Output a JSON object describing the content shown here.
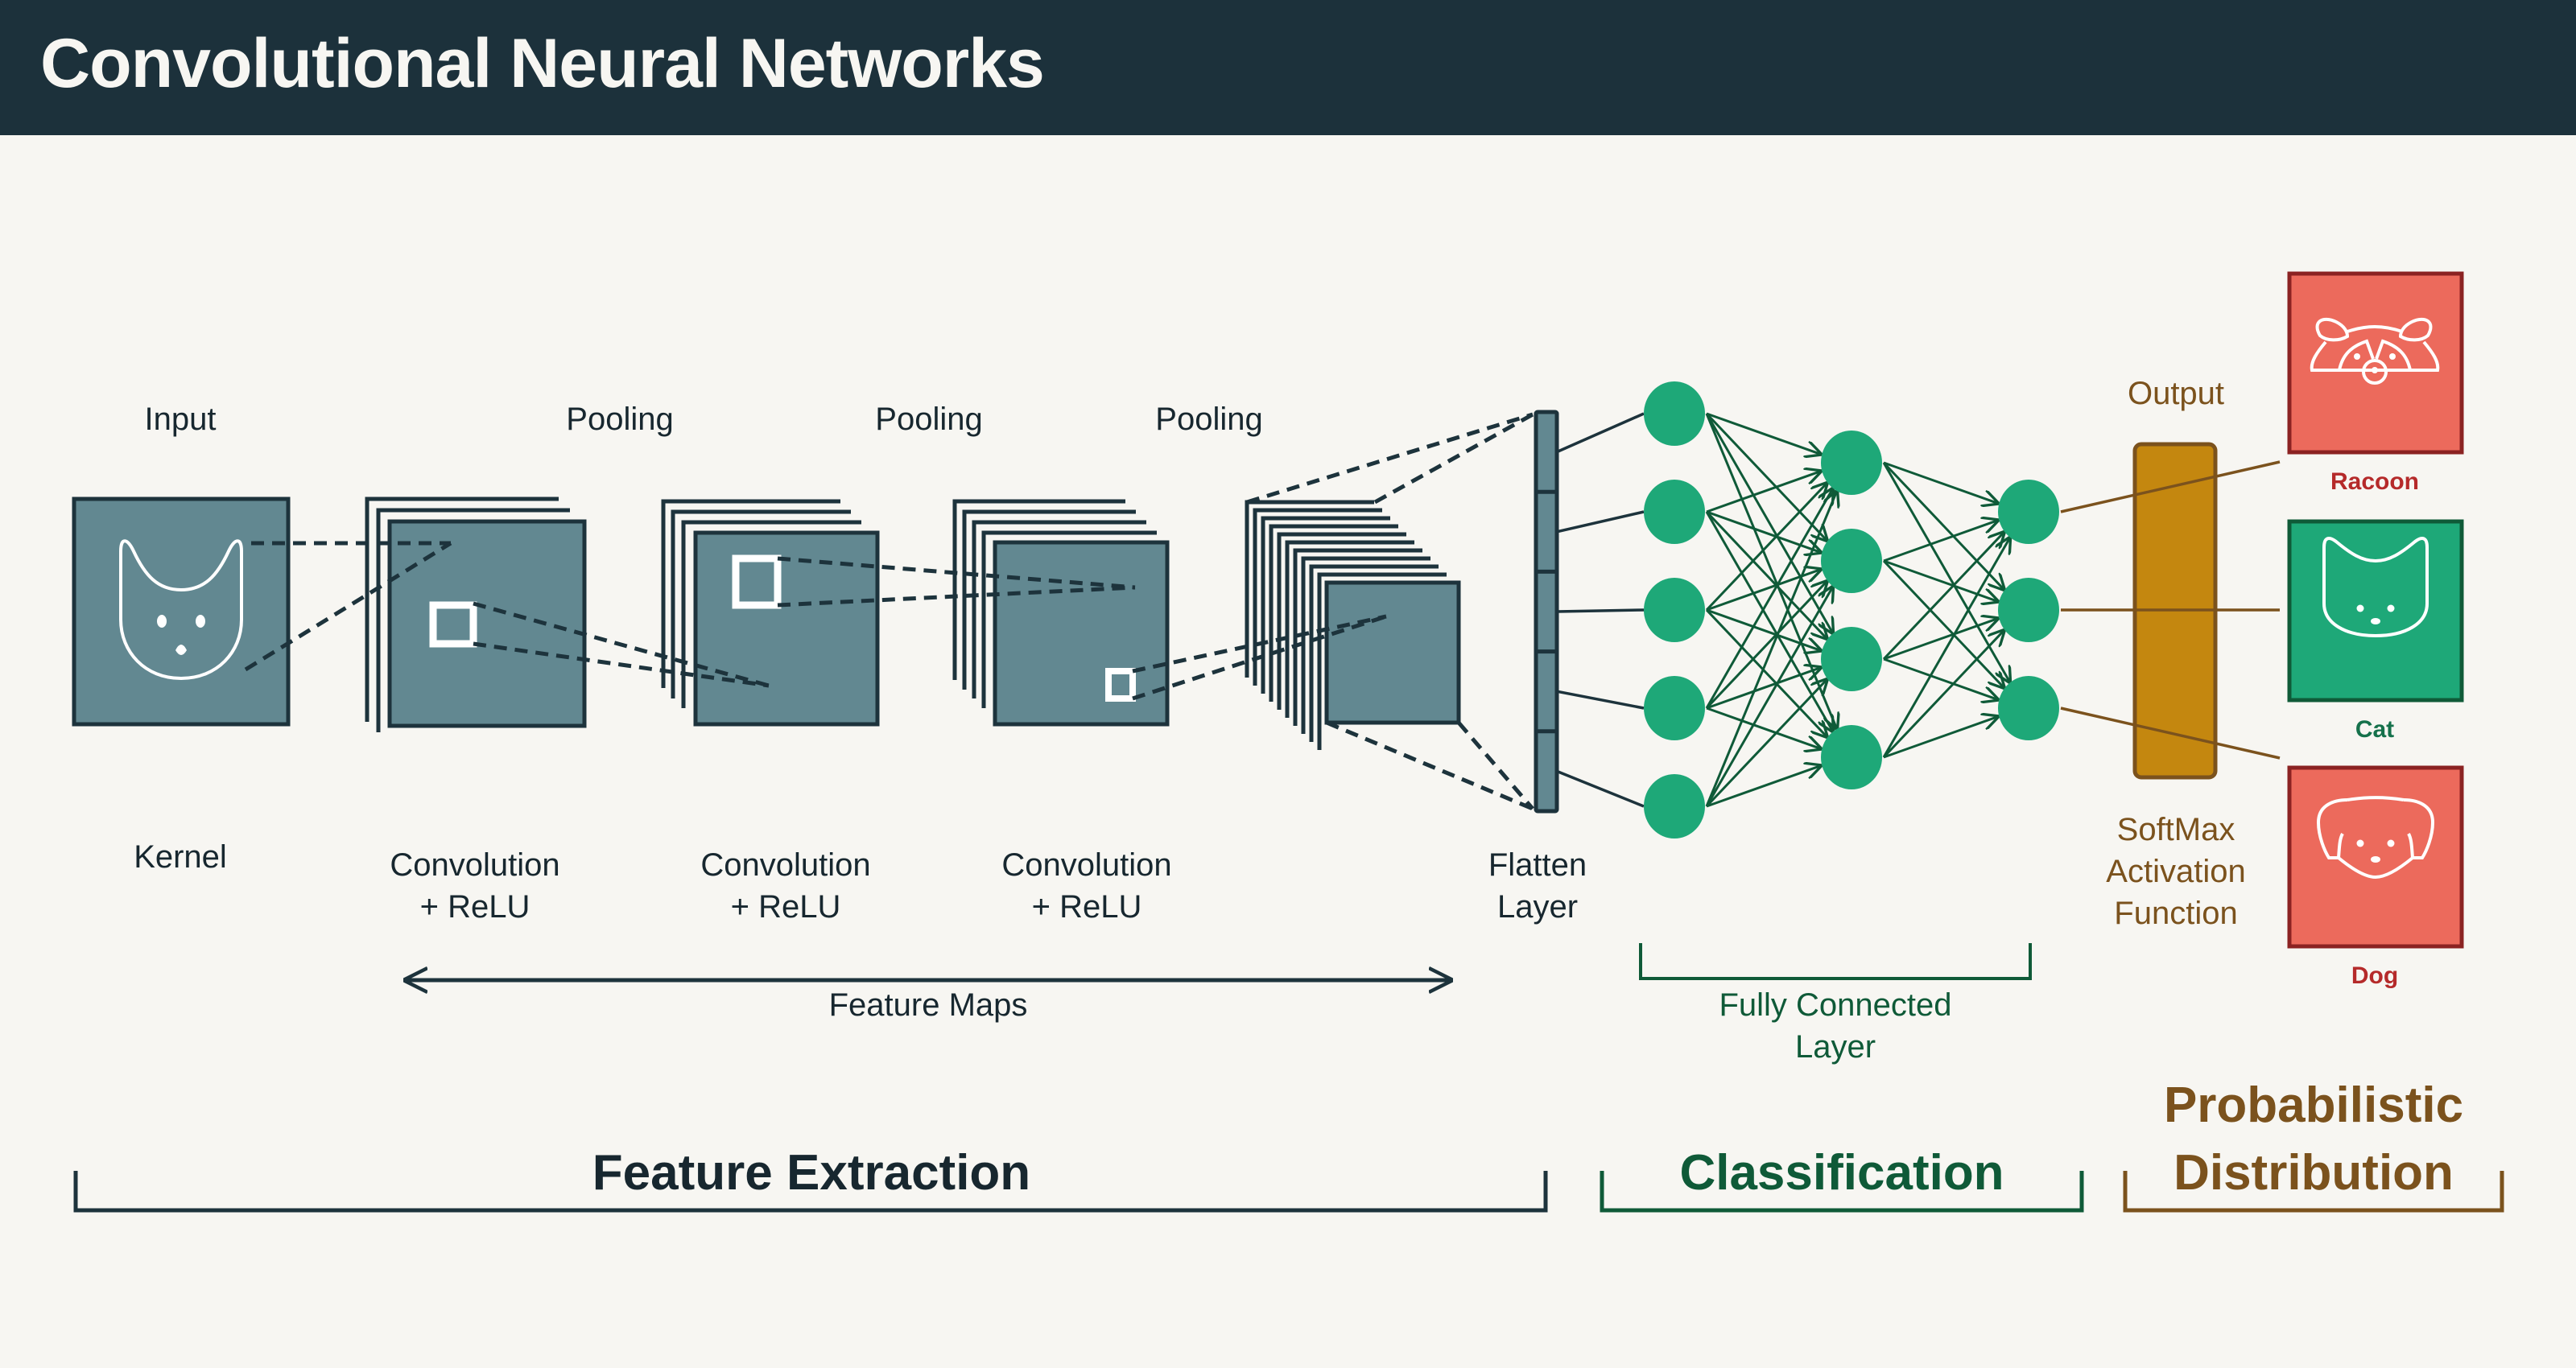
{
  "title": "Convolutional Neural Networks",
  "colors": {
    "header_bg": "#1c313b",
    "background": "#f7f6f2",
    "feature_map_fill": "#628891",
    "dark_stroke": "#1d333c",
    "neuron_green": "#1ea878",
    "edge_green": "#0f5a38",
    "softmax_gold": "#c4870f",
    "softmax_border": "#7b521d",
    "output_red": "#ec6a5c",
    "output_red_border": "#8b2222",
    "output_green": "#1ea878",
    "output_green_border": "#0f5a38"
  },
  "labels": {
    "input": "Input",
    "kernel": "Kernel",
    "pooling": [
      "Pooling",
      "Pooling",
      "Pooling"
    ],
    "convolution": [
      {
        "line1": "Convolution",
        "line2": "+ ReLU"
      },
      {
        "line1": "Convolution",
        "line2": "+ ReLU"
      },
      {
        "line1": "Convolution",
        "line2": "+ ReLU"
      }
    ],
    "flatten": {
      "line1": "Flatten",
      "line2": "Layer"
    },
    "feature_maps": "Feature Maps",
    "fully_connected": {
      "line1": "Fully Connected",
      "line2": "Layer"
    },
    "output": "Output",
    "softmax": {
      "line1": "SoftMax",
      "line2": "Activation",
      "line3": "Function"
    }
  },
  "network": {
    "flatten_segments": 5,
    "layer_sizes": [
      5,
      4,
      3
    ]
  },
  "outputs": [
    {
      "label": "Racoon",
      "icon": "racoon-icon",
      "selected": false
    },
    {
      "label": "Cat",
      "icon": "cat-icon",
      "selected": true
    },
    {
      "label": "Dog",
      "icon": "dog-icon",
      "selected": false
    }
  ],
  "sections": {
    "feature_extraction": "Feature Extraction",
    "classification": "Classification",
    "probabilistic": {
      "line1": "Probabilistic",
      "line2": "Distribution"
    }
  }
}
